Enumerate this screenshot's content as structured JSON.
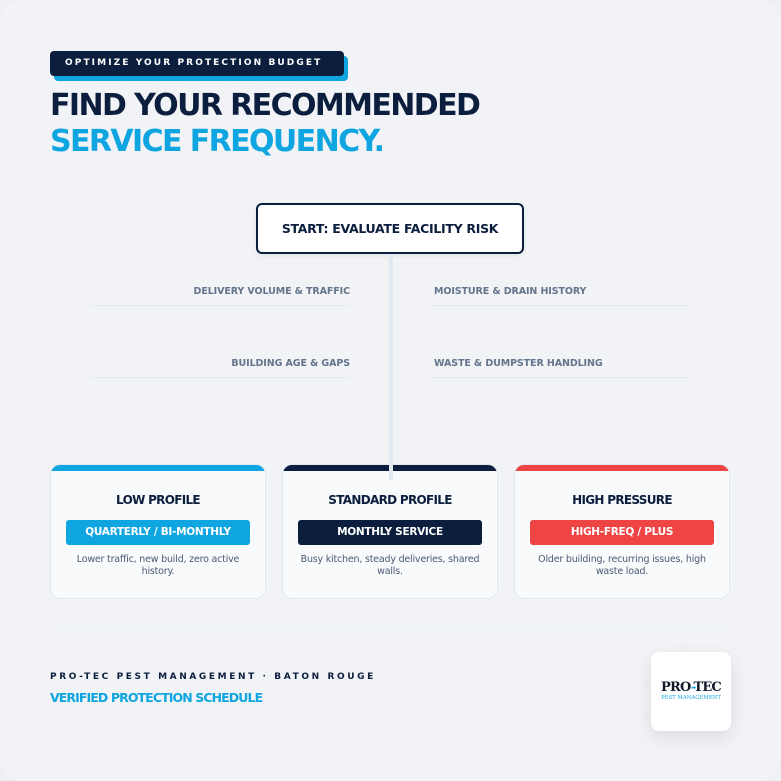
{
  "header": {
    "eyebrow": "OPTIMIZE YOUR PROTECTION BUDGET",
    "title_line1": "FIND YOUR RECOMMENDED",
    "title_line2": "SERVICE FREQUENCY."
  },
  "flow": {
    "start_label": "START: EVALUATE FACILITY RISK",
    "factors": [
      {
        "label": "DELIVERY VOLUME & TRAFFIC",
        "side": "left"
      },
      {
        "label": "MOISTURE & DRAIN HISTORY",
        "side": "right"
      },
      {
        "label": "BUILDING AGE & GAPS",
        "side": "left"
      },
      {
        "label": "WASTE & DUMPSTER HANDLING",
        "side": "right"
      }
    ]
  },
  "profiles": [
    {
      "title": "LOW PROFILE",
      "frequency": "QUARTERLY / BI-MONTHLY",
      "description": "Lower traffic, new build, zero active history.",
      "color": "#0ea5e0"
    },
    {
      "title": "STANDARD PROFILE",
      "frequency": "MONTHLY SERVICE",
      "description": "Busy kitchen, steady deliveries, shared walls.",
      "color": "#0c1e3d"
    },
    {
      "title": "HIGH PRESSURE",
      "frequency": "HIGH-FREQ / PLUS",
      "description": "Older building, recurring issues, high waste load.",
      "color": "#ef4444"
    }
  ],
  "footer": {
    "organization": "PRO-TEC PEST MANAGEMENT · BATON ROUGE",
    "tagline": "VERIFIED PROTECTION SCHEDULE"
  },
  "logo": {
    "main_left": "PRO",
    "main_dot": "-",
    "main_right": "TEC",
    "sub": "PEST MANAGEMENT"
  },
  "colors": {
    "navy": "#0c1e3d",
    "blue": "#0ea5e0",
    "red": "#ef4444",
    "muted": "#64748b"
  }
}
